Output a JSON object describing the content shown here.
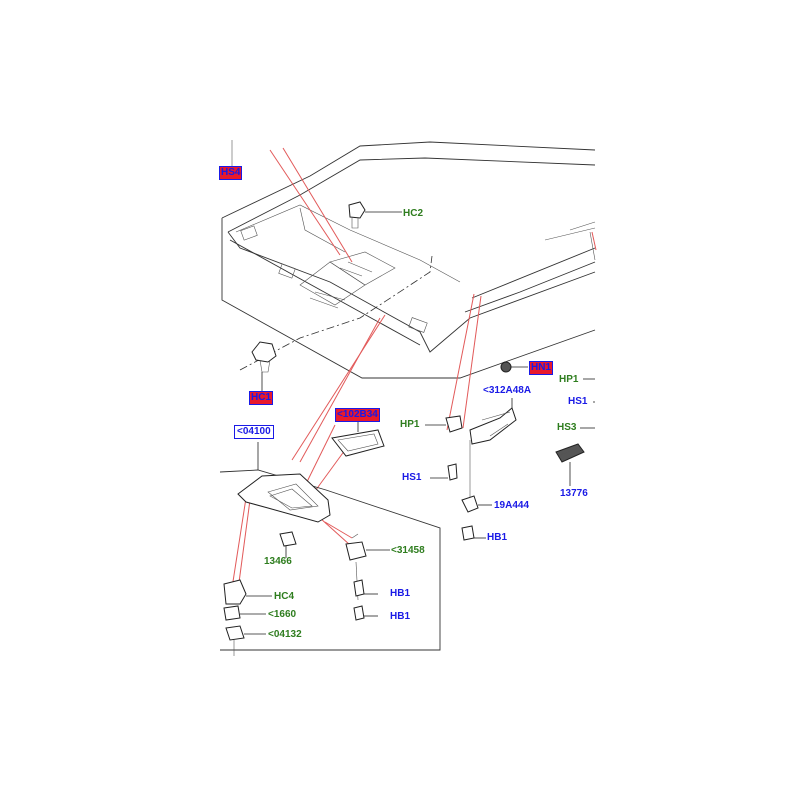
{
  "labels": {
    "hs4": "HS4",
    "hc2": "HC2",
    "hc1": "HC1",
    "hn1": "HN1",
    "hp1_right": "HP1",
    "hs1_right": "HS1",
    "hs3": "HS3",
    "part_13776": "13776",
    "part_312a48a": "<312A48A",
    "hp1": "HP1",
    "hs1": "HS1",
    "part_19a444": "19A444",
    "hb1_a": "HB1",
    "part_102b34": "<102B34",
    "part_04100": "<04100",
    "part_13466": "13466",
    "part_31458": "<31458",
    "hb1_b": "HB1",
    "hb1_c": "HB1",
    "hc4": "HC4",
    "part_1660": "<1660",
    "part_04132": "<04132"
  },
  "colors": {
    "label_green": "#2e7d1e",
    "label_blue": "#1a1ae6",
    "highlight_red": "#e8192c",
    "guide_red": "#e25a5a"
  }
}
